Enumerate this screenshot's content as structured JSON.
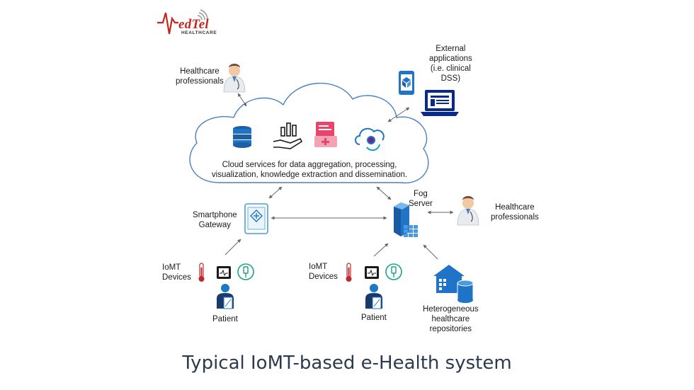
{
  "logo": {
    "name": "edTel",
    "sub": "HEALTHCARE",
    "accent_color": "#c4271f"
  },
  "cloud": {
    "description": "Cloud services for data aggregation, processing, visualization, knowledge extraction and dissemination."
  },
  "labels": {
    "hc_top": "Healthcare\nprofessionals",
    "external": "External\napplications\n(i.e. clinical\nDSS)",
    "smartphone": "Smartphone\nGateway",
    "fog": "Fog\nServer",
    "hc_right": "Healthcare\nprofessionals",
    "iomt_left": "IoMT\nDevices",
    "iomt_mid": "IoMT\nDevices",
    "patient_left": "Patient",
    "patient_mid": "Patient",
    "repositories": "Heterogeneous\nhealthcare\nrepositories"
  },
  "caption": "Typical IoMT-based e-Health system",
  "colors": {
    "icon_blue": "#1f74c8",
    "icon_teal": "#1aa08b",
    "icon_pink": "#e8456d",
    "thermo_red": "#c0282d",
    "navy": "#0a2a8a"
  }
}
